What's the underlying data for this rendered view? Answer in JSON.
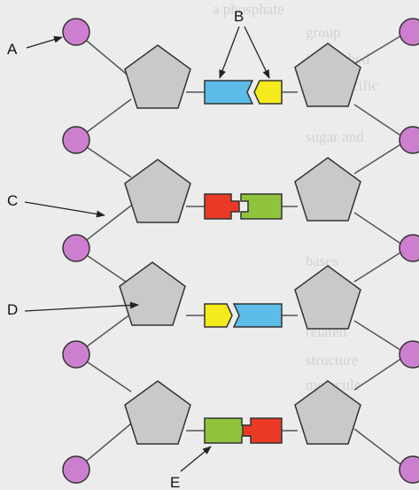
{
  "labels": {
    "a": "A",
    "b": "B",
    "c": "C",
    "d": "D",
    "e": "E"
  },
  "colors": {
    "phosphate": "#cc7fcf",
    "sugar": "#c9c9c9",
    "base_blue": "#5bbde8",
    "base_yellow": "#f4ea1c",
    "base_red": "#ea3a26",
    "base_green": "#8fc43c",
    "background": "#ececec"
  },
  "rungs": [
    {
      "left": "blue",
      "right": "yellow"
    },
    {
      "left": "red",
      "right": "green"
    },
    {
      "left": "yellow",
      "right": "blue"
    },
    {
      "left": "green",
      "right": "red"
    }
  ]
}
